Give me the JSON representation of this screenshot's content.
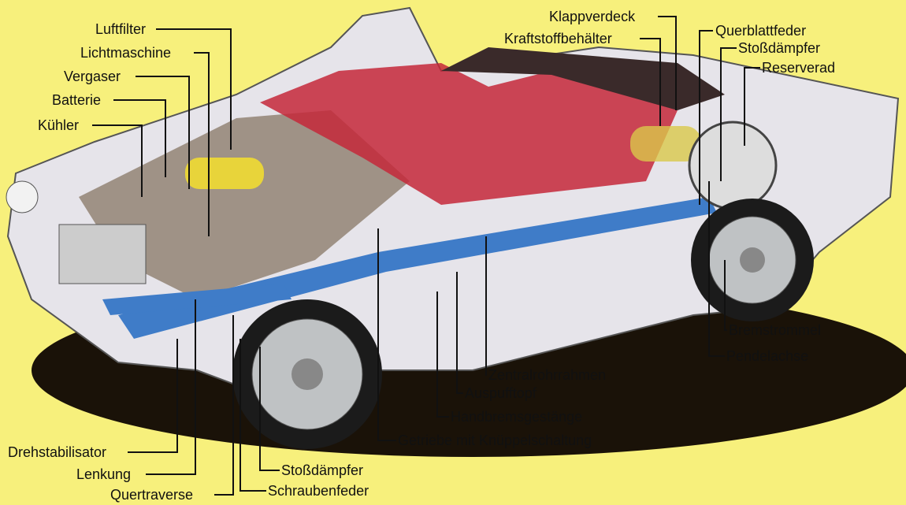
{
  "labels": {
    "luftfilter": "Luftfilter",
    "lichtmaschine": "Lichtmaschine",
    "vergaser": "Vergaser",
    "batterie": "Batterie",
    "kuehler": "Kühler",
    "drehstabilisator": "Drehstabilisator",
    "lenkung": "Lenkung",
    "quertraverse": "Quertraverse",
    "stossdaempfer_front": "Stoßdämpfer",
    "schraubenfeder": "Schraubenfeder",
    "getriebe": "Getriebe mit Knüppelschaltung",
    "handbremsgestaenge": "Handbremsgestänge",
    "auspufftopf": "Auspufftopf",
    "zentralrohrrahmen": "Zentralrohrrahmen",
    "pendelachse": "Pendelachse",
    "bremstrommel": "Bremstrommel",
    "klappverdeck": "Klappverdeck",
    "kraftstoffbehaelter": "Kraftstoffbehälter",
    "querblattfeder": "Querblattfeder",
    "stossdaempfer_rear": "Stoßdämpfer",
    "reserverad": "Reserverad"
  }
}
